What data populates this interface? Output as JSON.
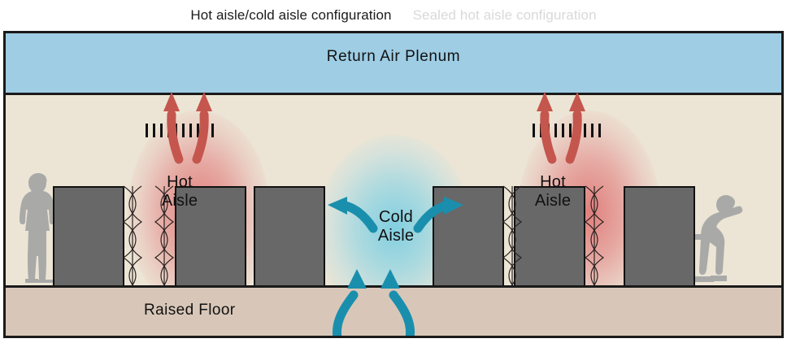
{
  "tabs": [
    {
      "label": "Hot aisle/cold aisle configuration",
      "state": "active"
    },
    {
      "label": "Sealed hot aisle configuration",
      "state": "inactive"
    }
  ],
  "diagram": {
    "plenum_label": "Return Air Plenum",
    "floor_label": "Raised Floor",
    "aisles": [
      {
        "name": "hot-aisle-left",
        "line1": "Hot",
        "line2": "Aisle",
        "type": "hot"
      },
      {
        "name": "cold-aisle",
        "line1": "Cold",
        "line2": "Aisle",
        "type": "cold"
      },
      {
        "name": "hot-aisle-right",
        "line1": "Hot",
        "line2": "Aisle",
        "type": "hot"
      }
    ],
    "icons": {
      "ceiling_grille": "ceiling-grille-icon",
      "floor_grille": "floor-grille-icon",
      "hot_air_arrow": "hot-air-up-arrow-icon",
      "cold_air_arrow": "cold-air-up-arrow-icon",
      "cold_split_arrow": "cold-air-split-arrow-icon",
      "rack_airflow": "rack-airflow-swirl-icon",
      "person_standing": "person-standing-icon",
      "person_bending": "person-bending-icon"
    },
    "colors": {
      "plenum": "#9ecde4",
      "room": "#ece5d5",
      "raised_floor": "#d8c7b8",
      "rack": "#686868",
      "hot_arrow": "#c4564e",
      "cold_arrow": "#1a8fad",
      "outline": "#1a1a1a",
      "person": "#a9aaa8",
      "tab_active": "#1b1b1b",
      "tab_inactive": "#d9d9d9"
    }
  }
}
